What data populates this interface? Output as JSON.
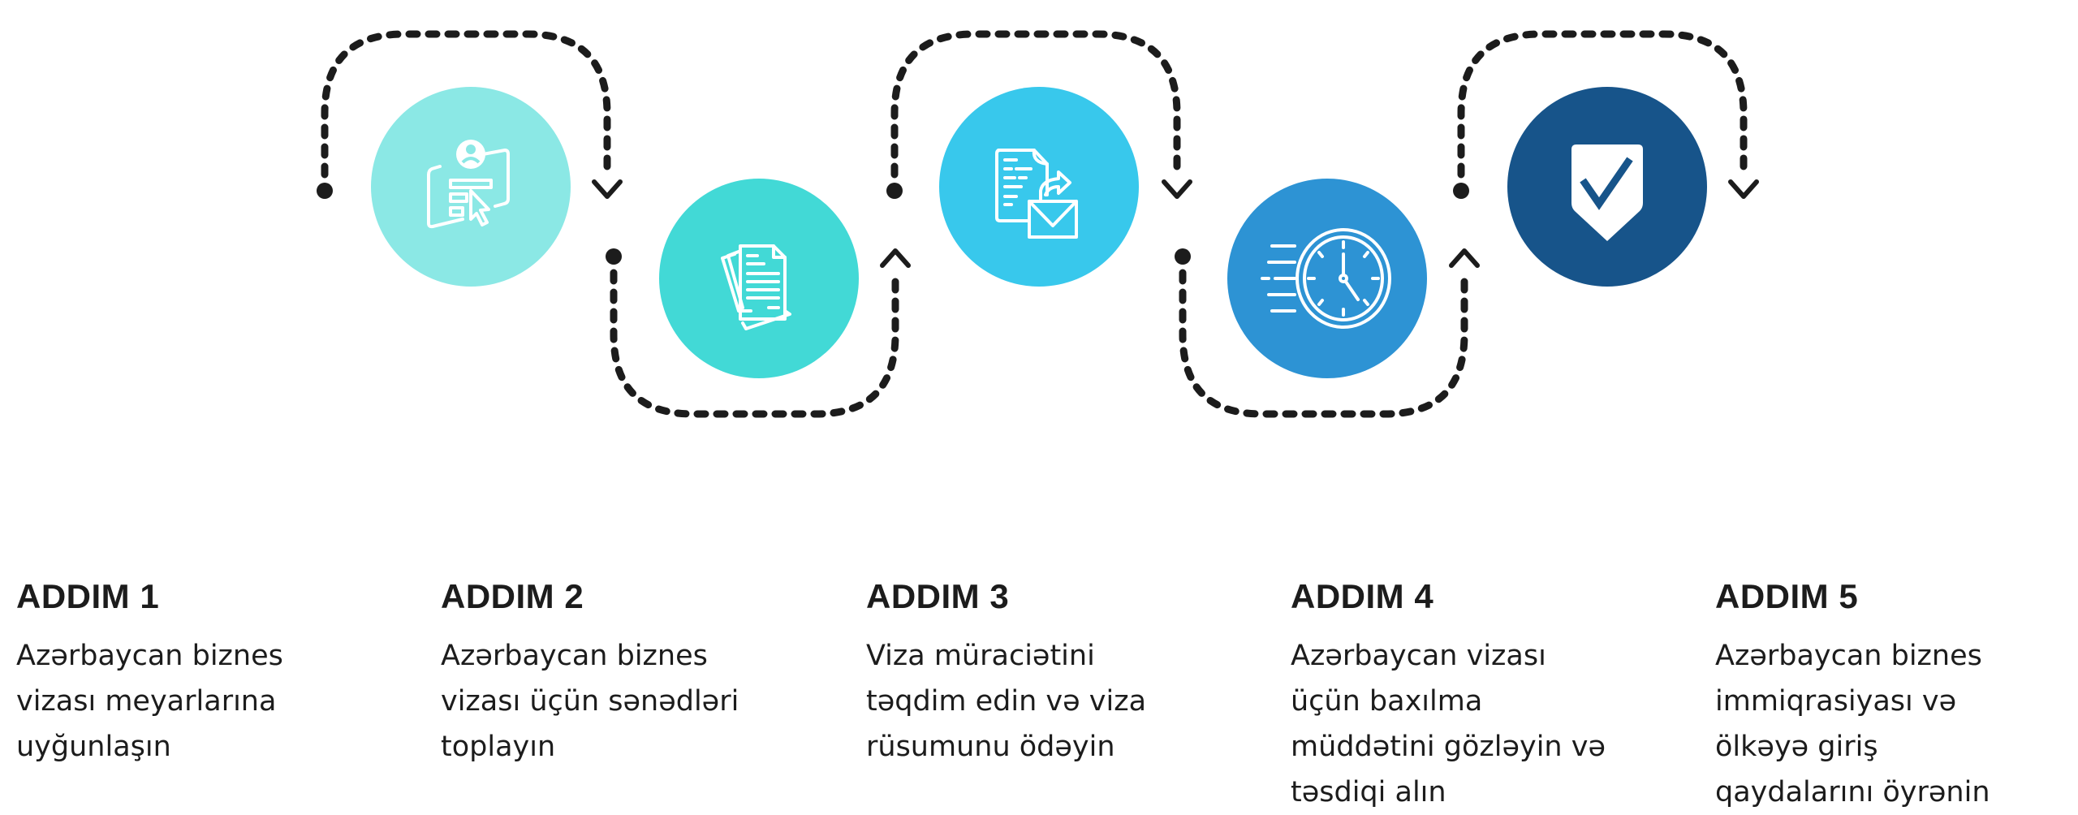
{
  "colors": {
    "step1": "#8BE8E5",
    "step2": "#42D9D6",
    "step3": "#38C8EC",
    "step4": "#2D93D4",
    "step5": "#17548A",
    "connector": "#1c1c1c",
    "icon": "#ffffff"
  },
  "steps": [
    {
      "title": "ADDIM 1",
      "icon": "online-application-icon",
      "lines": [
        "Azərbaycan biznes",
        "vizası meyarlarına",
        "uyğunlaşın"
      ]
    },
    {
      "title": "ADDIM 2",
      "icon": "documents-stack-icon",
      "lines": [
        "Azərbaycan biznes",
        "vizası üçün sənədləri",
        "toplayın"
      ]
    },
    {
      "title": "ADDIM 3",
      "icon": "document-send-mail-icon",
      "lines": [
        "Viza müraciətini",
        "təqdim edin və viza",
        "rüsumunu ödəyin"
      ]
    },
    {
      "title": "ADDIM 4",
      "icon": "fast-clock-icon",
      "lines": [
        "Azərbaycan vizası",
        "üçün baxılma",
        "müddətini gözləyin və",
        "təsdiqi alın"
      ]
    },
    {
      "title": "ADDIM 5",
      "icon": "shield-check-icon",
      "lines": [
        "Azərbaycan biznes",
        "immiqrasiyası və",
        "ölkəyə giriş",
        "qaydalarını öyrənin"
      ]
    }
  ]
}
